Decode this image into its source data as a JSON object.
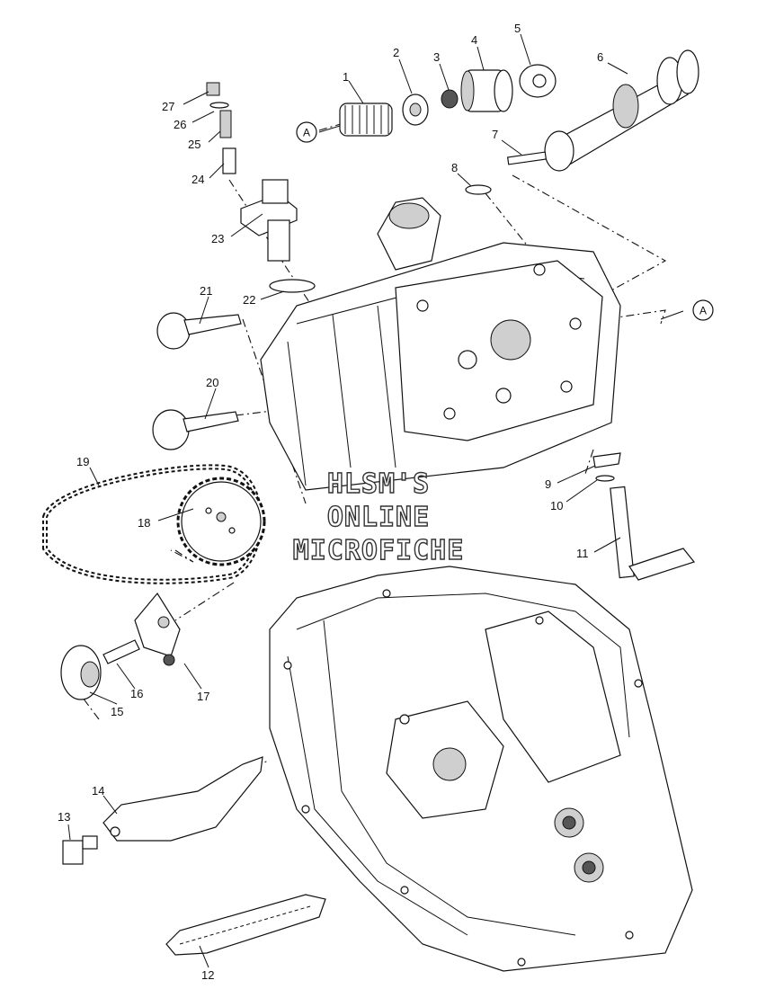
{
  "callouts": {
    "c1": "1",
    "c2": "2",
    "c3": "3",
    "c4": "4",
    "c5": "5",
    "c6": "6",
    "c7": "7",
    "c8": "8",
    "c9": "9",
    "c10": "10",
    "c11": "11",
    "c12": "12",
    "c13": "13",
    "c14": "14",
    "c15": "15",
    "c16": "16",
    "c17": "17",
    "c18": "18",
    "c19": "19",
    "c20": "20",
    "c21": "21",
    "c22": "22",
    "c23": "23",
    "c24": "24",
    "c25": "25",
    "c26": "26",
    "c27": "27"
  },
  "reference_markers": {
    "left": "A",
    "right": "A"
  },
  "watermark": {
    "line1": "HLSM'S",
    "line2": "ONLINE",
    "line3": "MICROFICHE"
  }
}
